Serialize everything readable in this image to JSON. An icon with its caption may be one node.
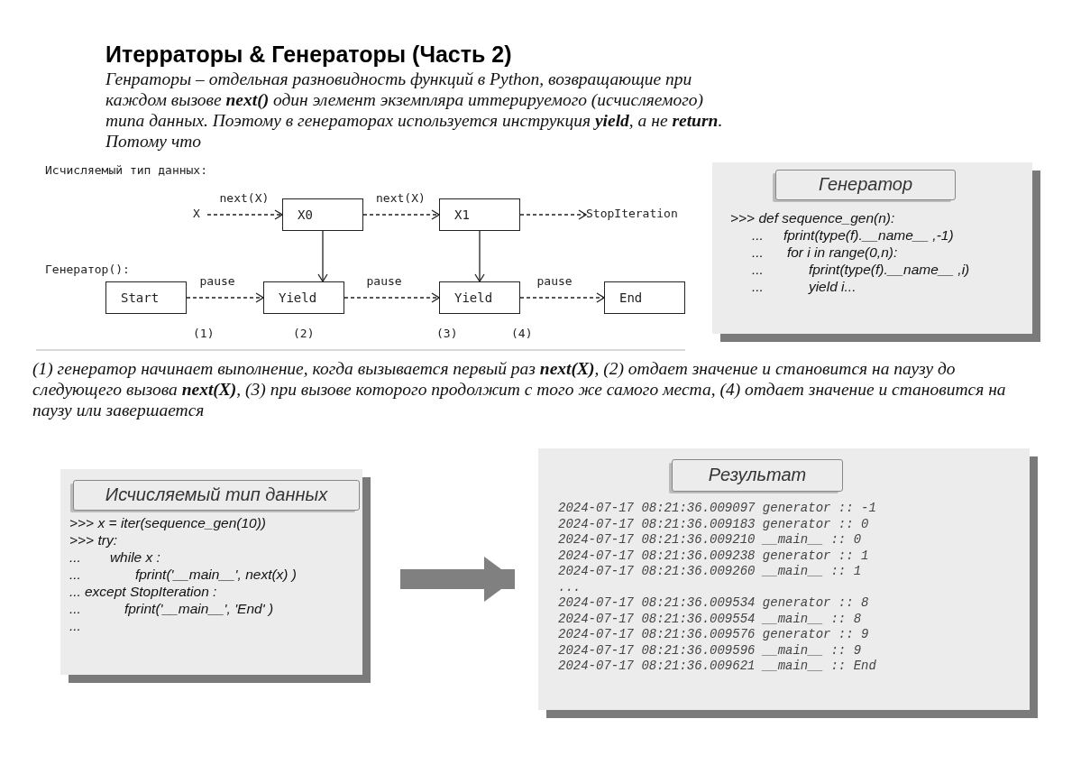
{
  "diagram": {
    "title": "Итерраторы & Генераторы (Часть 2)",
    "nodes": [
      {
        "text": [
          "X"
        ]
      },
      {
        "text": [
          "X0"
        ]
      },
      {
        "text": [
          "X1"
        ]
      },
      {
        "text": [
          "StopIteration"
        ]
      },
      {
        "text": [
          "Start"
        ]
      },
      {
        "text": [
          "Yield"
        ]
      },
      {
        "text": [
          "Yield"
        ]
      },
      {
        "text": [
          "End"
        ]
      },
      {
        "text": [
          "Генератор",
          ">>> def sequence_gen(n):",
          "... fprint(type(f).__name__ ,-1)",
          "... for i in range(0,n):",
          "... fprint(type(f).__name__ ,i)",
          "... yield i..."
        ]
      },
      {
        "text": [
          "Исчисляемый тип данных",
          ">>> x = iter(sequence_gen(10))",
          ">>> try:",
          "... while x :",
          "... fprint('__main__', next(x) )",
          "... except StopIteration :",
          "... fprint('__main__', 'End' )",
          "..."
        ]
      },
      {
        "text": [
          "Результат",
          "2024-07-17 08:21:36.009097 generator :: -1",
          "2024-07-17 08:21:36.009183 generator :: 0",
          "2024-07-17 08:21:36.009210 __main__ :: 0",
          "2024-07-17 08:21:36.009238 generator :: 1",
          "2024-07-17 08:21:36.009260 __main__ :: 1",
          "...",
          "2024-07-17 08:21:36.009534 generator :: 8",
          "2024-07-17 08:21:36.009554 __main__ :: 8",
          "2024-07-17 08:21:36.009576 generator :: 9",
          "2024-07-17 08:21:36.009596 __main__ :: 9",
          "2024-07-17 08:21:36.009621 __main__ :: End"
        ]
      }
    ],
    "edges": [
      {
        "from": 0,
        "to": 1,
        "arrow": "to",
        "label": "next(X)",
        "style": "dashed"
      },
      {
        "from": 1,
        "to": 2,
        "arrow": "to",
        "label": "next(X)",
        "style": "dashed"
      },
      {
        "from": 2,
        "to": 3,
        "arrow": "to",
        "style": "dashed"
      },
      {
        "from": 1,
        "to": 5,
        "arrow": "to"
      },
      {
        "from": 2,
        "to": 6,
        "arrow": "to"
      },
      {
        "from": 4,
        "to": 5,
        "arrow": "to",
        "label": "pause",
        "style": "dashed"
      },
      {
        "from": 5,
        "to": 6,
        "arrow": "to",
        "label": "pause",
        "style": "dashed"
      },
      {
        "from": 6,
        "to": 7,
        "arrow": "to",
        "label": "pause",
        "style": "dashed"
      },
      {
        "from": 9,
        "to": 10,
        "arrow": "to",
        "style": "thick",
        "color": "#808080"
      }
    ],
    "labels": [
      "Генраторы – отдельная разновидность функций в Python, возвращающие при каждом вызове **next()** один элемент экземпляра иттерируемого (исчисляемого) типа данных. Поэтому в генераторах используется инструкция **yield**, а не **return**. Потому что",
      "Исчисляемый тип данных:",
      "Генератор():",
      "(1)",
      "(2)",
      "(3)",
      "(4)",
      "(1) генератор начинает выполнение, когда вызывается первый раз **next(X)**, (2) отдает значение и становится на паузу до следующего вызова **next(X)**, (3) при вызове которого продолжит с того же самого места, (4) отдает значение и становится на паузу или завершается"
    ]
  }
}
